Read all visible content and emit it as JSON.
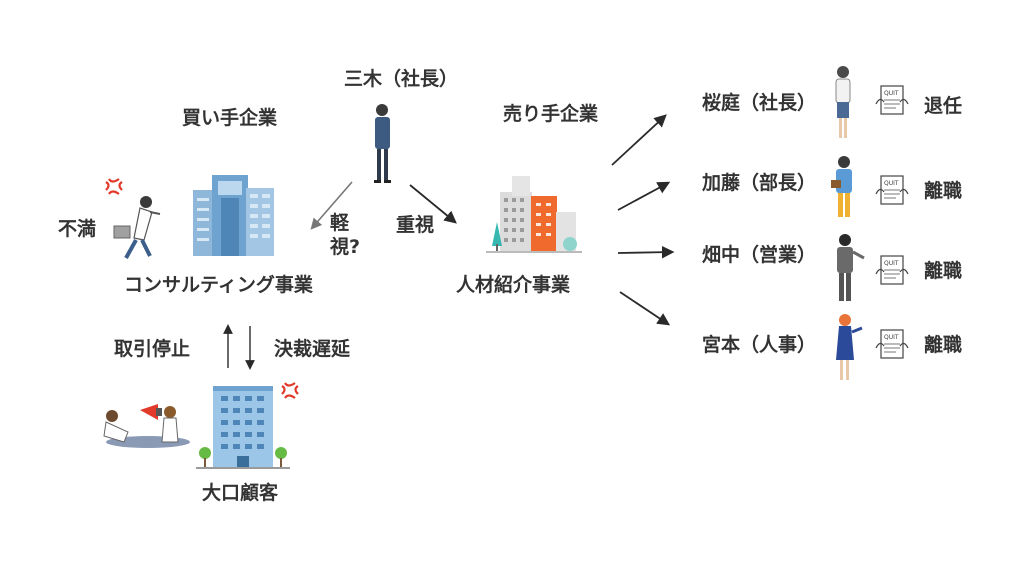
{
  "center": {
    "president": "三木（社長）",
    "buyer": "買い手企業",
    "seller": "売り手企業",
    "consulting": "コンサルティング事業",
    "recruiting": "人材紹介事業",
    "client": "大口顧客",
    "dissatisfied": "不満",
    "neglect_line1": "軽",
    "neglect_line2": "視?",
    "emphasis": "重視",
    "trade_stop": "取引停止",
    "decision_delay": "決裁遅延"
  },
  "staff": [
    {
      "name": "桜庭（社長）",
      "status": "退任"
    },
    {
      "name": "加藤（部長）",
      "status": "離職"
    },
    {
      "name": "畑中（営業）",
      "status": "離職"
    },
    {
      "name": "宮本（人事）",
      "status": "離職"
    }
  ],
  "quit_text": "QUIT",
  "colors": {
    "text": "#333333",
    "arrow": "#2a2a2a",
    "building_blue": "#7fb0d8",
    "building_orange": "#f06a2e",
    "anger_red": "#e23a2a"
  }
}
